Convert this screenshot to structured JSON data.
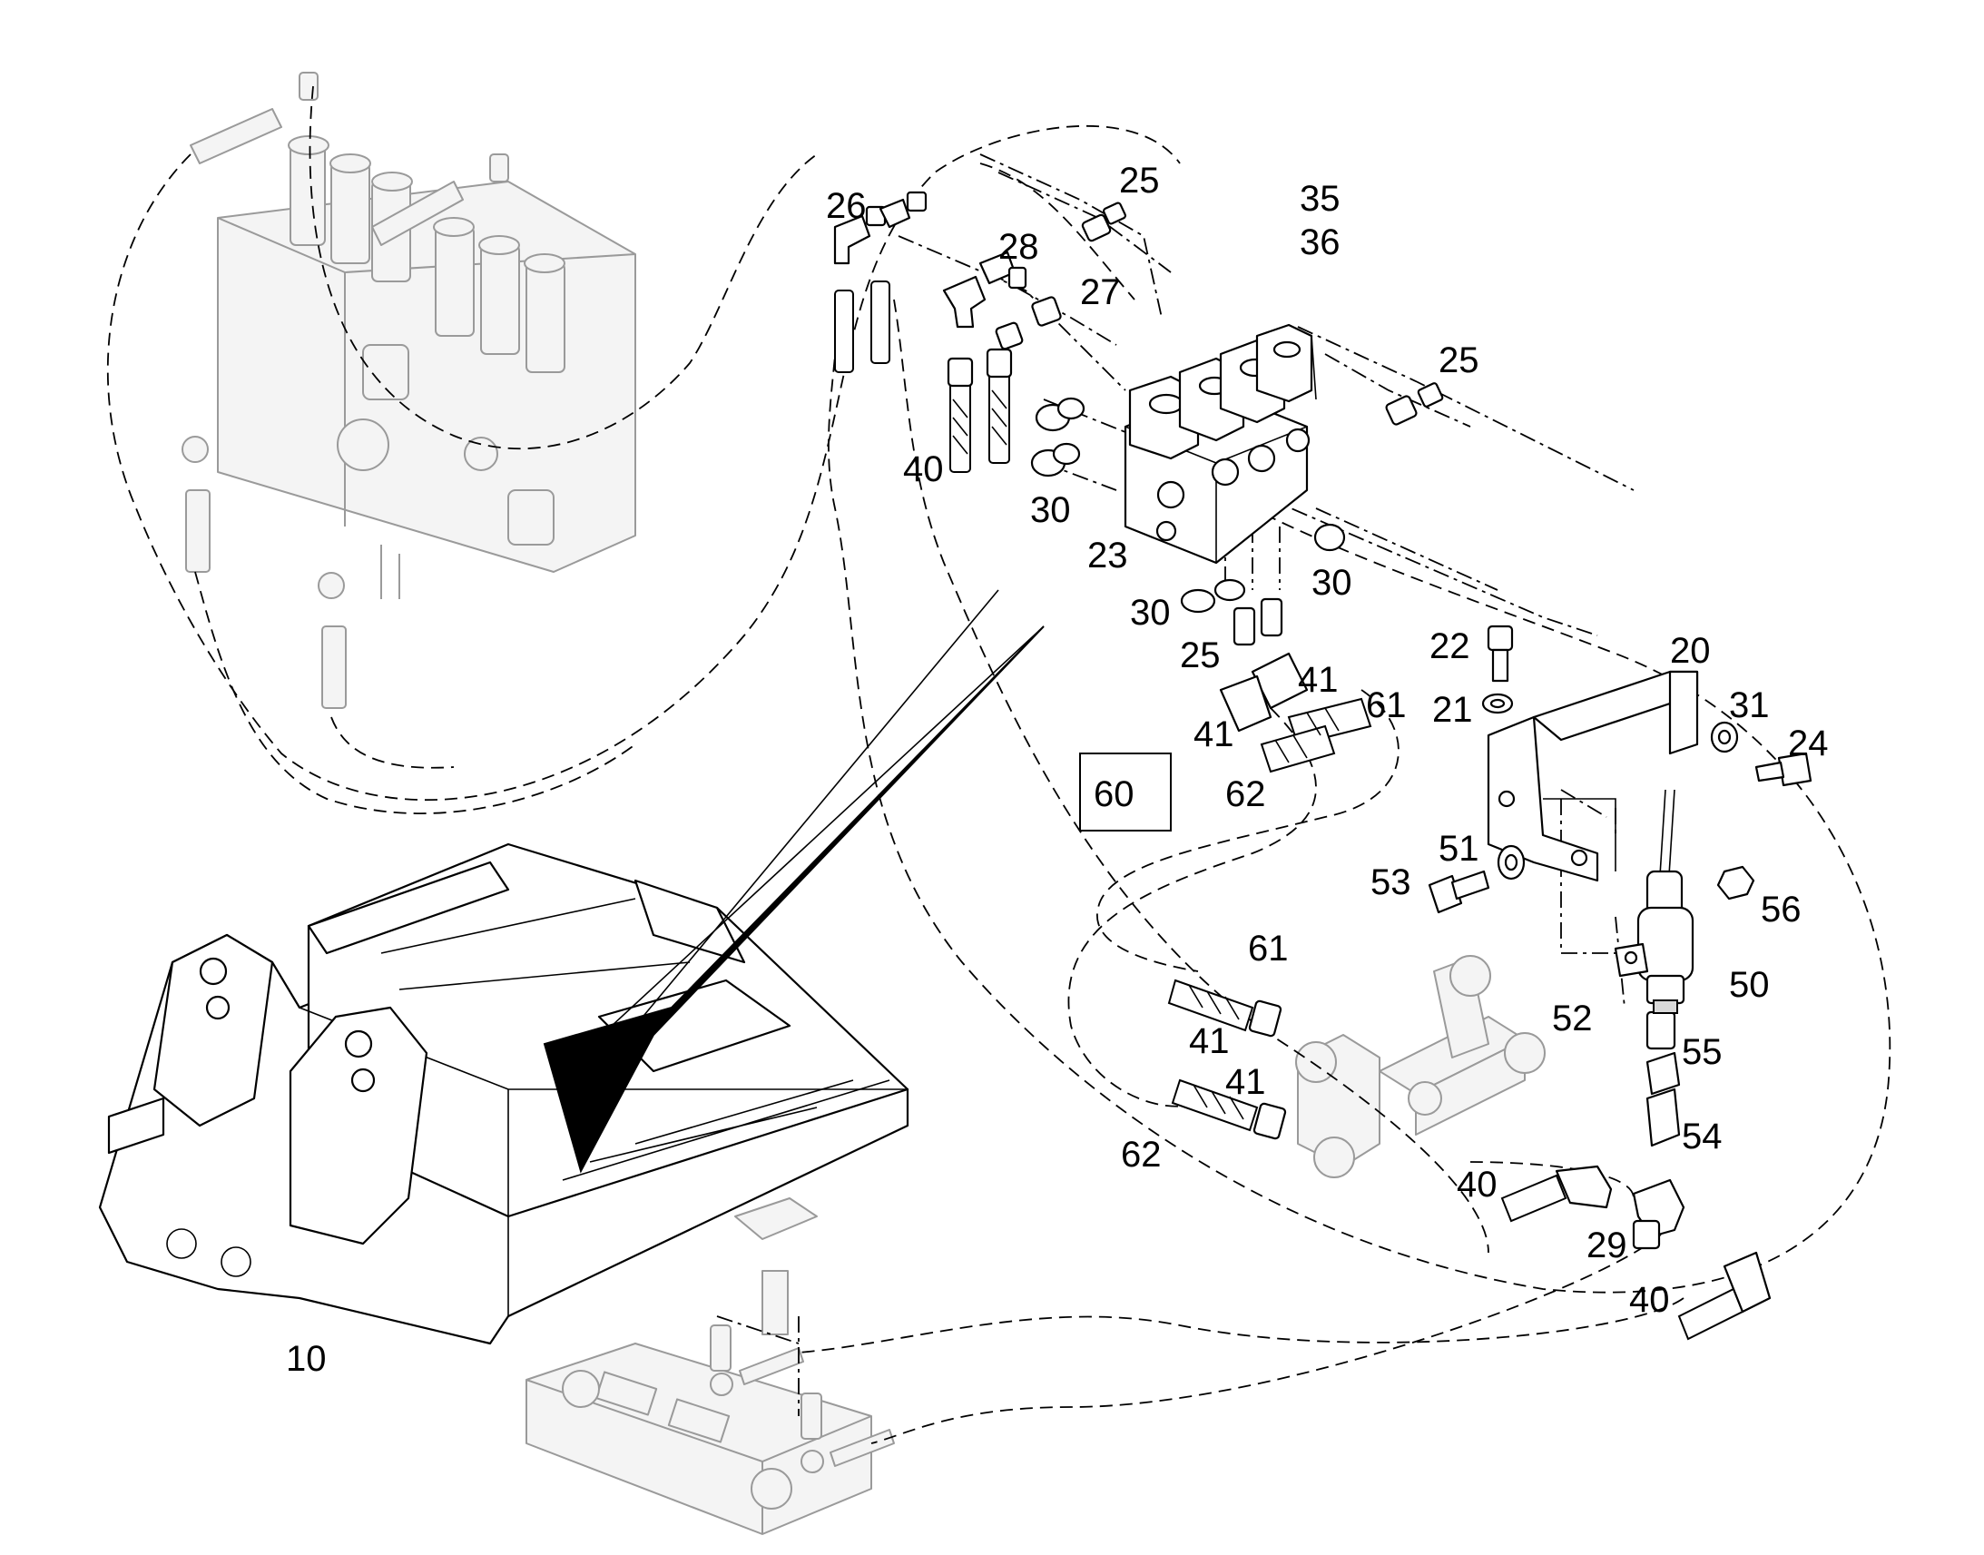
{
  "callouts": [
    {
      "id": "c25a",
      "label": "25"
    },
    {
      "id": "c26",
      "label": "26"
    },
    {
      "id": "c35",
      "label": "35"
    },
    {
      "id": "c36",
      "label": "36"
    },
    {
      "id": "c28",
      "label": "28"
    },
    {
      "id": "c27",
      "label": "27"
    },
    {
      "id": "c25b",
      "label": "25"
    },
    {
      "id": "c40a",
      "label": "40"
    },
    {
      "id": "c30a",
      "label": "30"
    },
    {
      "id": "c23",
      "label": "23"
    },
    {
      "id": "c30b",
      "label": "30"
    },
    {
      "id": "c30c",
      "label": "30"
    },
    {
      "id": "c25c",
      "label": "25"
    },
    {
      "id": "c22",
      "label": "22"
    },
    {
      "id": "c20",
      "label": "20"
    },
    {
      "id": "c41a",
      "label": "41"
    },
    {
      "id": "c61a",
      "label": "61"
    },
    {
      "id": "c21",
      "label": "21"
    },
    {
      "id": "c31",
      "label": "31"
    },
    {
      "id": "c41b",
      "label": "41"
    },
    {
      "id": "c24",
      "label": "24"
    },
    {
      "id": "c62a",
      "label": "62"
    },
    {
      "id": "c60",
      "label": "60"
    },
    {
      "id": "c51",
      "label": "51"
    },
    {
      "id": "c53",
      "label": "53"
    },
    {
      "id": "c56",
      "label": "56"
    },
    {
      "id": "c61b",
      "label": "61"
    },
    {
      "id": "c50",
      "label": "50"
    },
    {
      "id": "c52",
      "label": "52"
    },
    {
      "id": "c41c",
      "label": "41"
    },
    {
      "id": "c55",
      "label": "55"
    },
    {
      "id": "c41d",
      "label": "41"
    },
    {
      "id": "c54",
      "label": "54"
    },
    {
      "id": "c62b",
      "label": "62"
    },
    {
      "id": "c40b",
      "label": "40"
    },
    {
      "id": "c29",
      "label": "29"
    },
    {
      "id": "c40c",
      "label": "40"
    },
    {
      "id": "c10",
      "label": "10"
    }
  ]
}
